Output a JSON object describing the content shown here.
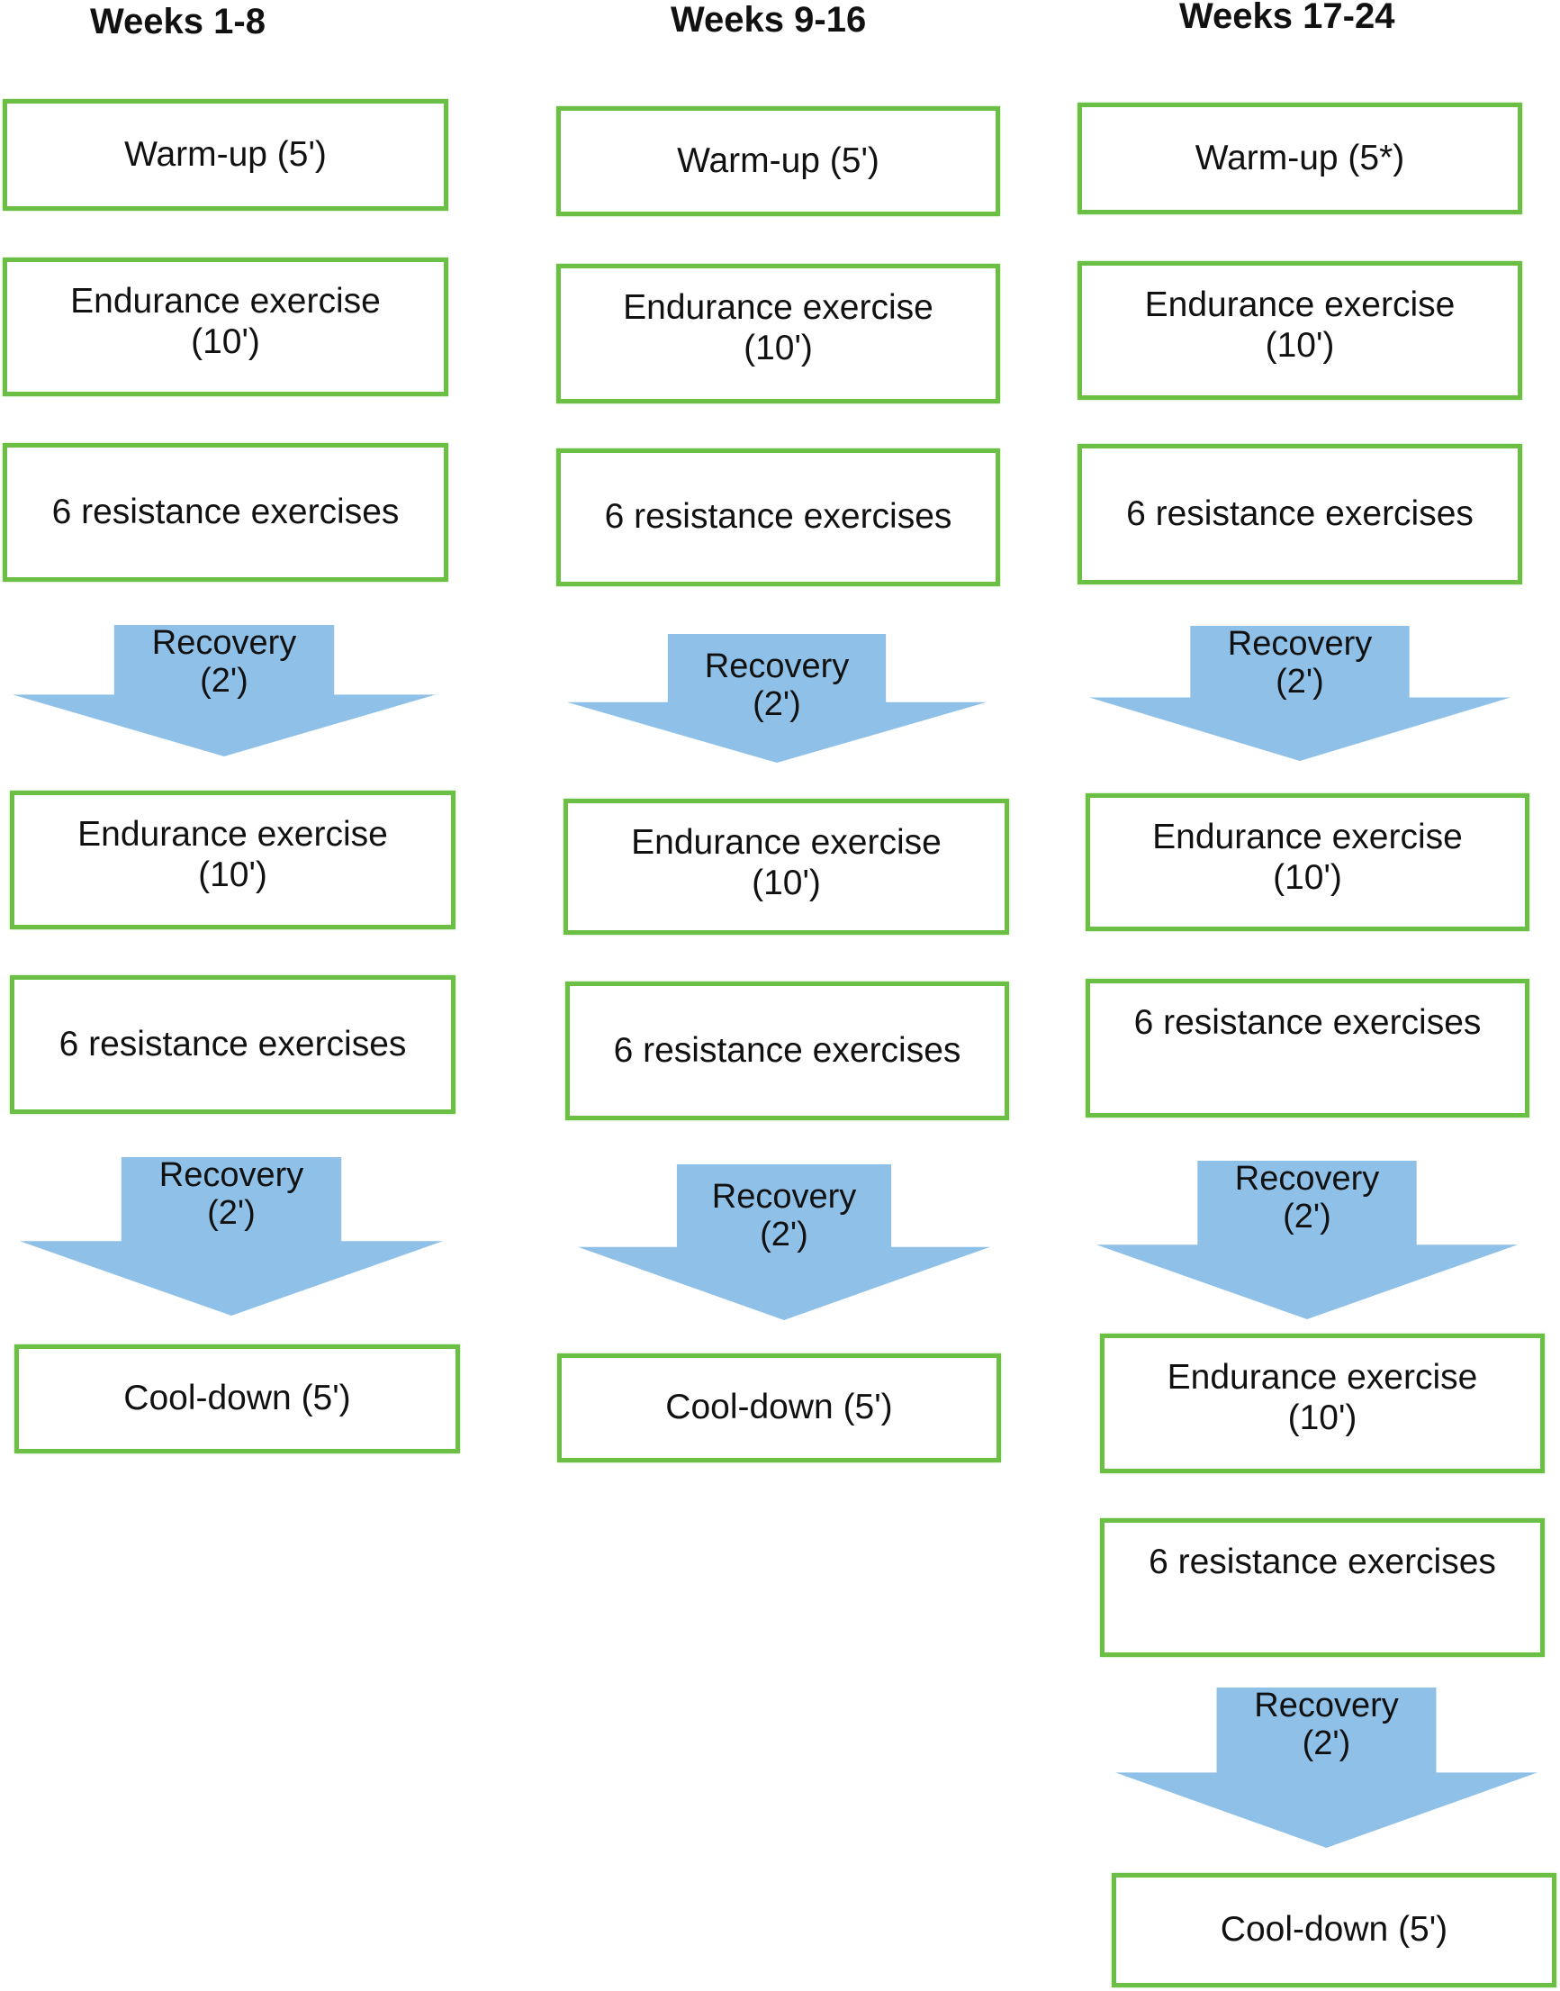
{
  "colors": {
    "box_border": "#6cbf45",
    "arrow_fill": "#8ec0e8"
  },
  "columns": [
    {
      "header": "Weeks 1-8",
      "steps": [
        {
          "type": "box",
          "line1": "Warm-up (5')",
          "line2": ""
        },
        {
          "type": "box",
          "line1": "Endurance exercise",
          "line2": "(10')"
        },
        {
          "type": "box",
          "line1": "6 resistance exercises",
          "line2": ""
        },
        {
          "type": "arrow",
          "line1": "Recovery",
          "line2": "(2')"
        },
        {
          "type": "box",
          "line1": "Endurance exercise",
          "line2": "(10')"
        },
        {
          "type": "box",
          "line1": "6 resistance exercises",
          "line2": ""
        },
        {
          "type": "arrow",
          "line1": "Recovery",
          "line2": "(2')"
        },
        {
          "type": "box",
          "line1": "Cool-down (5')",
          "line2": ""
        }
      ]
    },
    {
      "header": "Weeks 9-16",
      "steps": [
        {
          "type": "box",
          "line1": "Warm-up (5')",
          "line2": ""
        },
        {
          "type": "box",
          "line1": "Endurance exercise",
          "line2": "(10')"
        },
        {
          "type": "box",
          "line1": "6 resistance exercises",
          "line2": ""
        },
        {
          "type": "arrow",
          "line1": "Recovery",
          "line2": "(2')"
        },
        {
          "type": "box",
          "line1": "Endurance exercise",
          "line2": "(10')"
        },
        {
          "type": "box",
          "line1": "6 resistance exercises",
          "line2": ""
        },
        {
          "type": "arrow",
          "line1": "Recovery",
          "line2": "(2')"
        },
        {
          "type": "box",
          "line1": "Cool-down (5')",
          "line2": ""
        }
      ]
    },
    {
      "header": "Weeks 17-24",
      "steps": [
        {
          "type": "box",
          "line1": "Warm-up (5*)",
          "line2": ""
        },
        {
          "type": "box",
          "line1": "Endurance exercise",
          "line2": "(10')"
        },
        {
          "type": "box",
          "line1": "6 resistance exercises",
          "line2": ""
        },
        {
          "type": "arrow",
          "line1": "Recovery",
          "line2": "(2')"
        },
        {
          "type": "box",
          "line1": "Endurance exercise",
          "line2": "(10')"
        },
        {
          "type": "box",
          "line1": "6 resistance exercises",
          "line2": ""
        },
        {
          "type": "arrow",
          "line1": "Recovery",
          "line2": "(2')"
        },
        {
          "type": "box",
          "line1": "Endurance exercise",
          "line2": "(10')"
        },
        {
          "type": "box",
          "line1": "6 resistance exercises",
          "line2": ""
        },
        {
          "type": "arrow",
          "line1": "Recovery",
          "line2": "(2')"
        },
        {
          "type": "box",
          "line1": "Cool-down (5')",
          "line2": ""
        }
      ]
    }
  ]
}
